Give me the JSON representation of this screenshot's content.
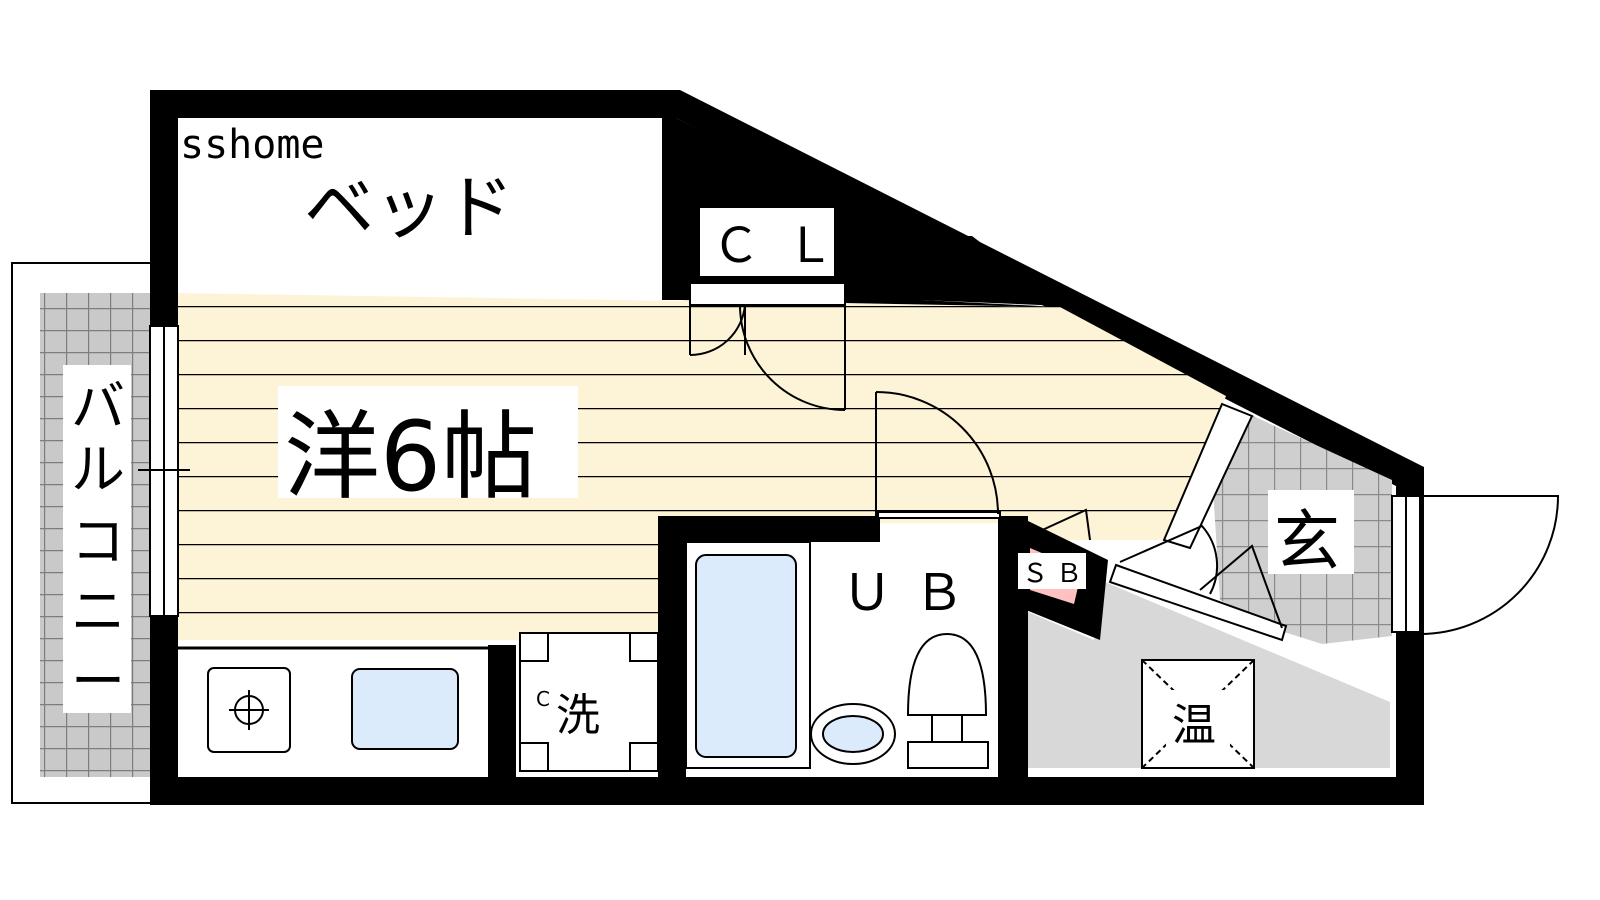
{
  "brand": "sshome",
  "rooms": {
    "bed": "ベッド",
    "western_room": "洋6帖",
    "closet": "ＣＬ",
    "unit_bath": "ＵＢ",
    "shoe_box": "ＳＢ",
    "entrance": "玄",
    "water_heater": "温",
    "washer": "洗",
    "washer_prefix": "C",
    "balcony": [
      "バ",
      "ル",
      "コ",
      "ニ",
      "ー"
    ]
  },
  "colors": {
    "wall": "#000000",
    "floor_wood": "#fdf3d6",
    "floor_line": "#000000",
    "closet_fill": "#ffc0c0",
    "tile": "#cccccc",
    "tile_line": "#888888",
    "hall_gray": "#d8d8d8",
    "fixture_blue": "#dcebfb"
  }
}
